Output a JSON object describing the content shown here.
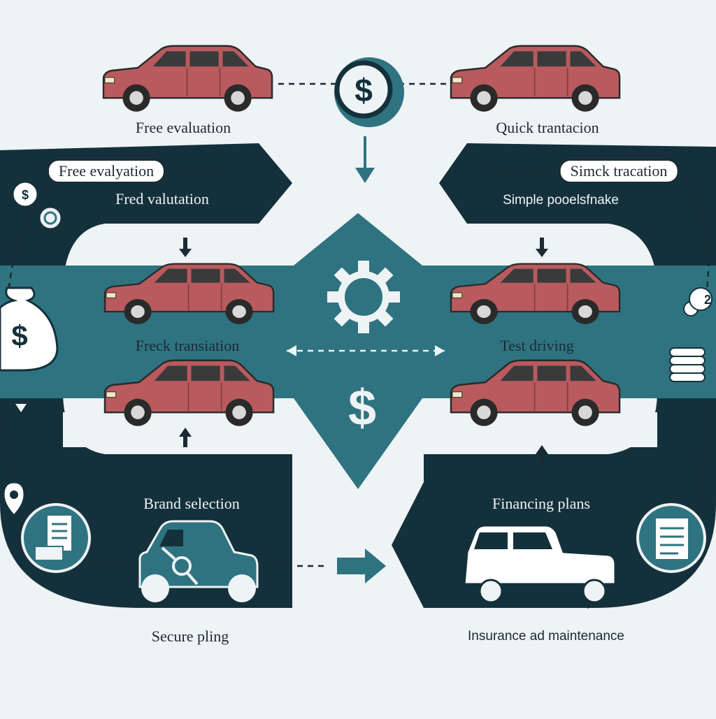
{
  "labels": {
    "top_left": "Free evaluation",
    "top_right": "Quick trantacion",
    "upper_left_pill": "Free evalyation",
    "upper_left_sub": "Fred valutation",
    "upper_right_pill": "Simck tracation",
    "upper_right_sub": "Simple pooelsfnake",
    "mid_left": "Freck transiation",
    "mid_right": "Test driving",
    "lower_left": "Brand selection",
    "lower_right": "Financing plans",
    "bottom_left": "Secure pling",
    "bottom_right": "Insurance ad maintenance"
  },
  "symbols": {
    "dollar": "$",
    "badge_number": "2"
  },
  "icons": [
    "car-icon",
    "dollar-coin-icon",
    "gear-icon",
    "money-bag-icon",
    "coin-stack-icon",
    "document-icon",
    "location-pin-icon",
    "key-icon",
    "van-icon"
  ],
  "colors": {
    "background": "#eef3f5",
    "dark_navy": "#14313b",
    "teal": "#2f7380",
    "car_red": "#b85a5e",
    "text": "#1b2a33"
  }
}
